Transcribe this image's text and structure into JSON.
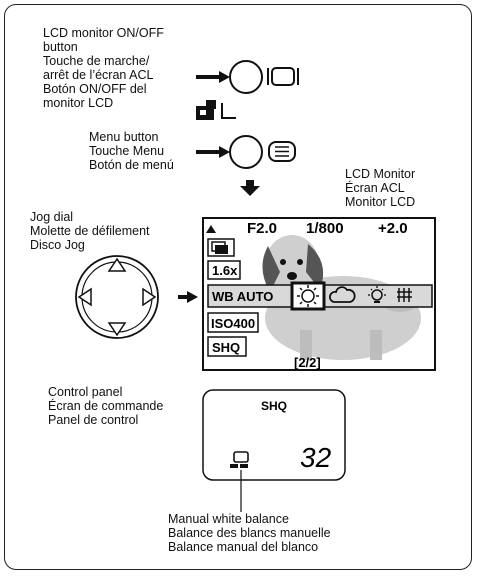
{
  "labels": {
    "lcd_power_button": [
      "LCD monitor ON/OFF",
      "button",
      "Touche de marche/",
      "arrêt de l’écran ACL",
      "Botón ON/OFF del",
      "monitor LCD"
    ],
    "menu_button": [
      "Menu button",
      "Touche Menu",
      "Botón de menú"
    ],
    "lcd_monitor": [
      "LCD Monitor",
      "Écran ACL",
      "Monitor LCD"
    ],
    "jog_dial": [
      "Jog dial",
      "Molette de défilement",
      "Disco Jog"
    ],
    "control_panel": [
      "Control panel",
      "Écran de commande",
      "Panel de control"
    ],
    "manual_white_balance": [
      "Manual white balance",
      "Balance des blancs manuelle",
      "Balance manual del blanco"
    ]
  },
  "lcd_screen": {
    "aperture": "F2.0",
    "shutter": "1/800",
    "exposure_comp": "+2.0",
    "zoom": "1.6x",
    "wb_label": "WB AUTO",
    "iso": "ISO400",
    "quality": "SHQ",
    "page": "[2/2]"
  },
  "control_panel_display": {
    "quality": "SHQ",
    "shots_remaining": "32"
  },
  "colors": {
    "line": "#111111",
    "wb_bar": "#d9d9d9",
    "dog": "#cfcfcf",
    "dog_dark": "#555555"
  },
  "icons": [
    "monitor-icon",
    "lcd-button-icon",
    "menu-icon",
    "down-arrow-icon",
    "jog-dial-icon",
    "drive-mode-icon",
    "sun-icon",
    "cloud-icon",
    "bulb-icon",
    "fluorescent-icon",
    "custom-wb-icon"
  ]
}
